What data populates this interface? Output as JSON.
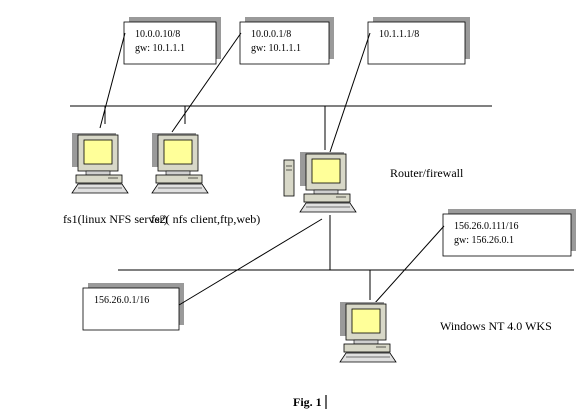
{
  "boxes": {
    "fs1_box": {
      "line1": "10.0.0.10/8",
      "line2": "gw: 10.1.1.1"
    },
    "fs2_box": {
      "line1": "10.0.0.1/8",
      "line2": "gw: 10.1.1.1"
    },
    "router_box": {
      "line1": "10.1.1.1/8"
    },
    "nt_box": {
      "line1": "156.26.0.111/16",
      "line2": "gw: 156.26.0.1"
    },
    "router_ext_box": {
      "line1": "156.26.0.1/16"
    }
  },
  "labels": {
    "fs1": "fs1(linux NFS server)",
    "fs2": "fs2( nfs client,ftp,web)",
    "router": "Router/firewall",
    "nt": "Windows NT 4.0 WKS"
  },
  "caption": "Fig. 1"
}
